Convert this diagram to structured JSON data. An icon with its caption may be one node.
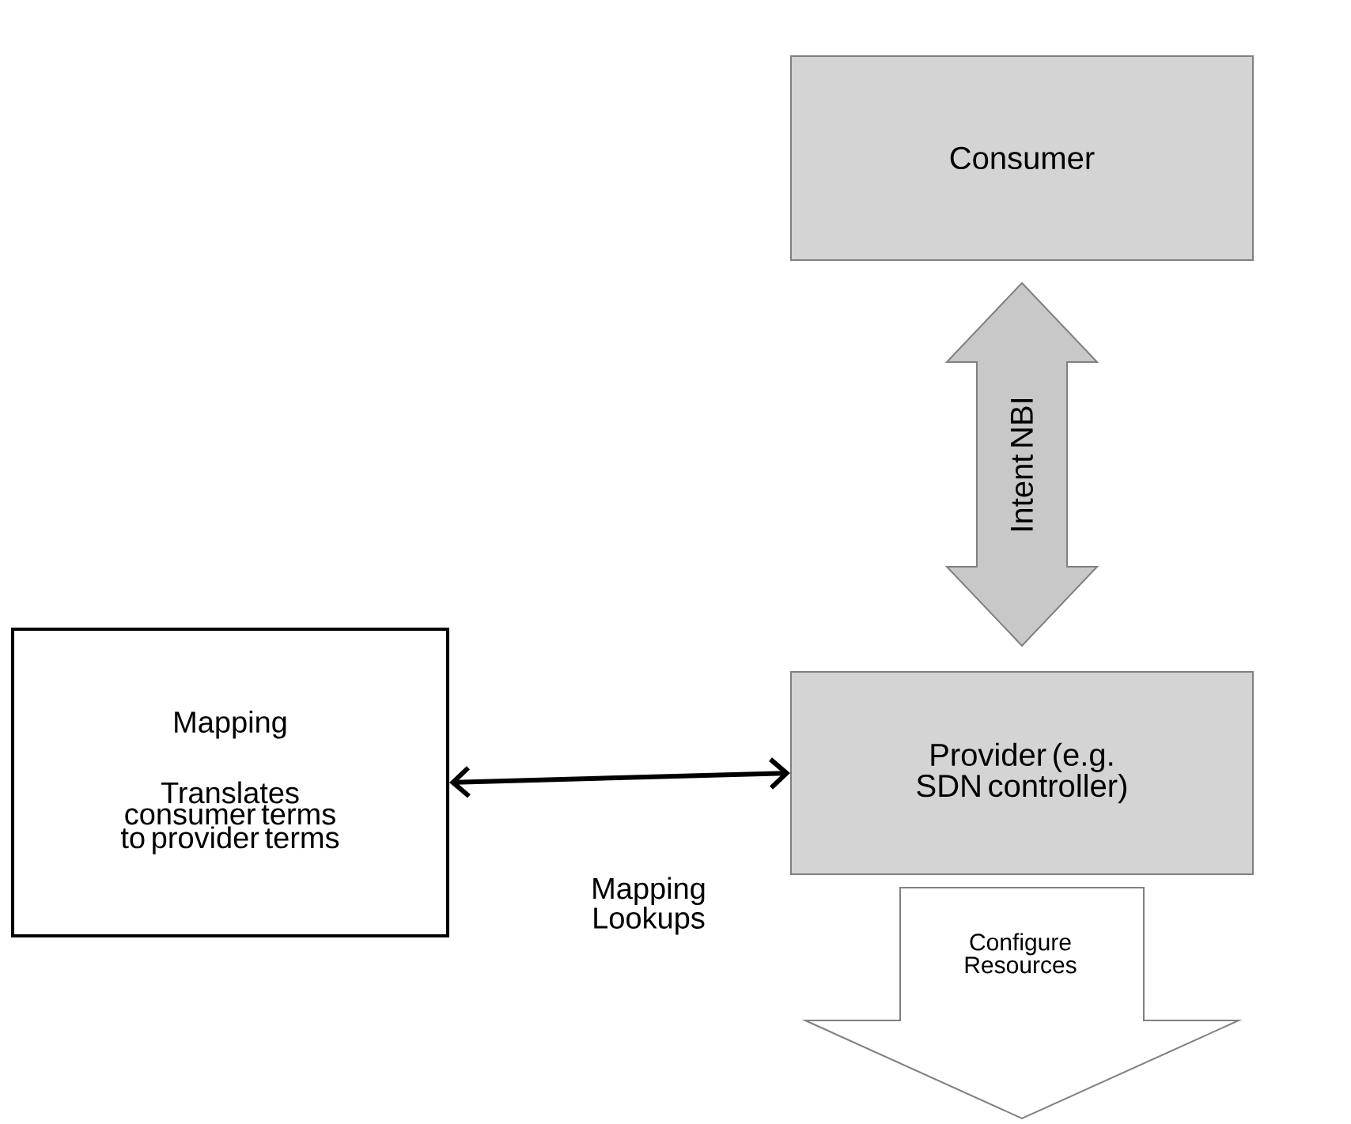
{
  "diagram": {
    "nodes": [
      {
        "text": [
          "Consumer"
        ]
      },
      {
        "text": [
          "Provider (e.g. SDN controller)"
        ]
      },
      {
        "text": [
          "Mapping",
          "Translates consumer terms to provider terms"
        ]
      }
    ],
    "edges": [
      {
        "from": 0,
        "to": 1,
        "arrow": "both",
        "label": "Intent NBI",
        "style": "thick"
      },
      {
        "from": 2,
        "to": 1,
        "arrow": "both",
        "label": "Mapping Lookups"
      },
      {
        "from": 1,
        "to": null,
        "arrow": "to",
        "label": "Configure Resources",
        "style": "thick",
        "color": "#ffffff"
      }
    ]
  }
}
